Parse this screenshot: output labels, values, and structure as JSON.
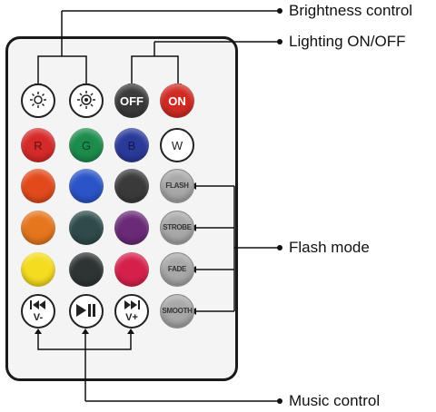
{
  "callouts": {
    "brightness": "Brightness control",
    "lighting": "Lighting ON/OFF",
    "flash": "Flash mode",
    "music": "Music control"
  },
  "buttons": {
    "row1": [
      {
        "name": "brightness-down-button",
        "label": "",
        "color": "#ffffff",
        "style": "white",
        "icon": "sun-small-icon"
      },
      {
        "name": "brightness-up-button",
        "label": "",
        "color": "#ffffff",
        "style": "white",
        "icon": "sun-large-icon"
      },
      {
        "name": "off-button",
        "label": "OFF",
        "color": "#3a3a3a",
        "style": "bold"
      },
      {
        "name": "on-button",
        "label": "ON",
        "color": "#d02a22",
        "style": "bold"
      }
    ],
    "row2": [
      {
        "name": "red-button",
        "label": "R",
        "color": "#d62a2a"
      },
      {
        "name": "green-button",
        "label": "G",
        "color": "#1c8c4c"
      },
      {
        "name": "blue-button",
        "label": "B",
        "color": "#2a3a9a"
      },
      {
        "name": "white-button",
        "label": "W",
        "color": "#ffffff",
        "style": "white"
      }
    ],
    "row3": [
      {
        "name": "color-orange-red-button",
        "label": "",
        "color": "#e24a1c"
      },
      {
        "name": "color-blue-button",
        "label": "",
        "color": "#2a54c8"
      },
      {
        "name": "color-dark-grey-button",
        "label": "",
        "color": "#3a3a3a"
      },
      {
        "name": "flash-button",
        "label": "FLASH",
        "color": "#a8a8a8",
        "style": "grey"
      }
    ],
    "row4": [
      {
        "name": "color-orange-button",
        "label": "",
        "color": "#e5761e"
      },
      {
        "name": "color-dark-teal-button",
        "label": "",
        "color": "#2e4a4a"
      },
      {
        "name": "color-purple-button",
        "label": "",
        "color": "#6a2a78"
      },
      {
        "name": "strobe-button",
        "label": "STROBE",
        "color": "#a8a8a8",
        "style": "grey"
      }
    ],
    "row5": [
      {
        "name": "color-yellow-button",
        "label": "",
        "color": "#f4dc20"
      },
      {
        "name": "color-dark-green-button",
        "label": "",
        "color": "#2c3434"
      },
      {
        "name": "color-pink-button",
        "label": "",
        "color": "#d6204c"
      },
      {
        "name": "fade-button",
        "label": "FADE",
        "color": "#a8a8a8",
        "style": "grey"
      }
    ],
    "row6": [
      {
        "name": "prev-vol-down-button",
        "label": "V-",
        "color": "#ffffff",
        "style": "white",
        "icon": "previous-icon"
      },
      {
        "name": "play-pause-button",
        "label": "",
        "color": "#ffffff",
        "style": "white",
        "icon": "play-pause-icon"
      },
      {
        "name": "next-vol-up-button",
        "label": "V+",
        "color": "#ffffff",
        "style": "white",
        "icon": "next-icon"
      },
      {
        "name": "smooth-button",
        "label": "SMOOTH",
        "color": "#a8a8a8",
        "style": "grey"
      }
    ]
  }
}
